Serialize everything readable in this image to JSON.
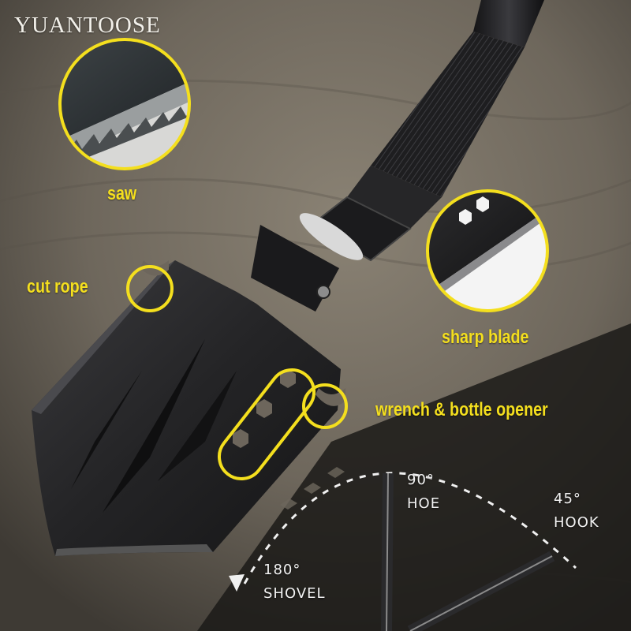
{
  "brand": "YUANTOOSE",
  "callouts": {
    "saw": "saw",
    "cut_rope": "cut rope",
    "sharp_blade": "sharp blade",
    "wrench_opener": "wrench & bottle opener"
  },
  "angles": {
    "hoe": {
      "degrees": "90°",
      "name": "HOE"
    },
    "hook": {
      "degrees": "45°",
      "name": "HOOK"
    },
    "shovel": {
      "degrees": "180°",
      "name": "SHOVEL"
    }
  },
  "colors": {
    "highlight": "#f4df1e",
    "metal": "#2a2a2c",
    "sand": "#7a7266"
  }
}
